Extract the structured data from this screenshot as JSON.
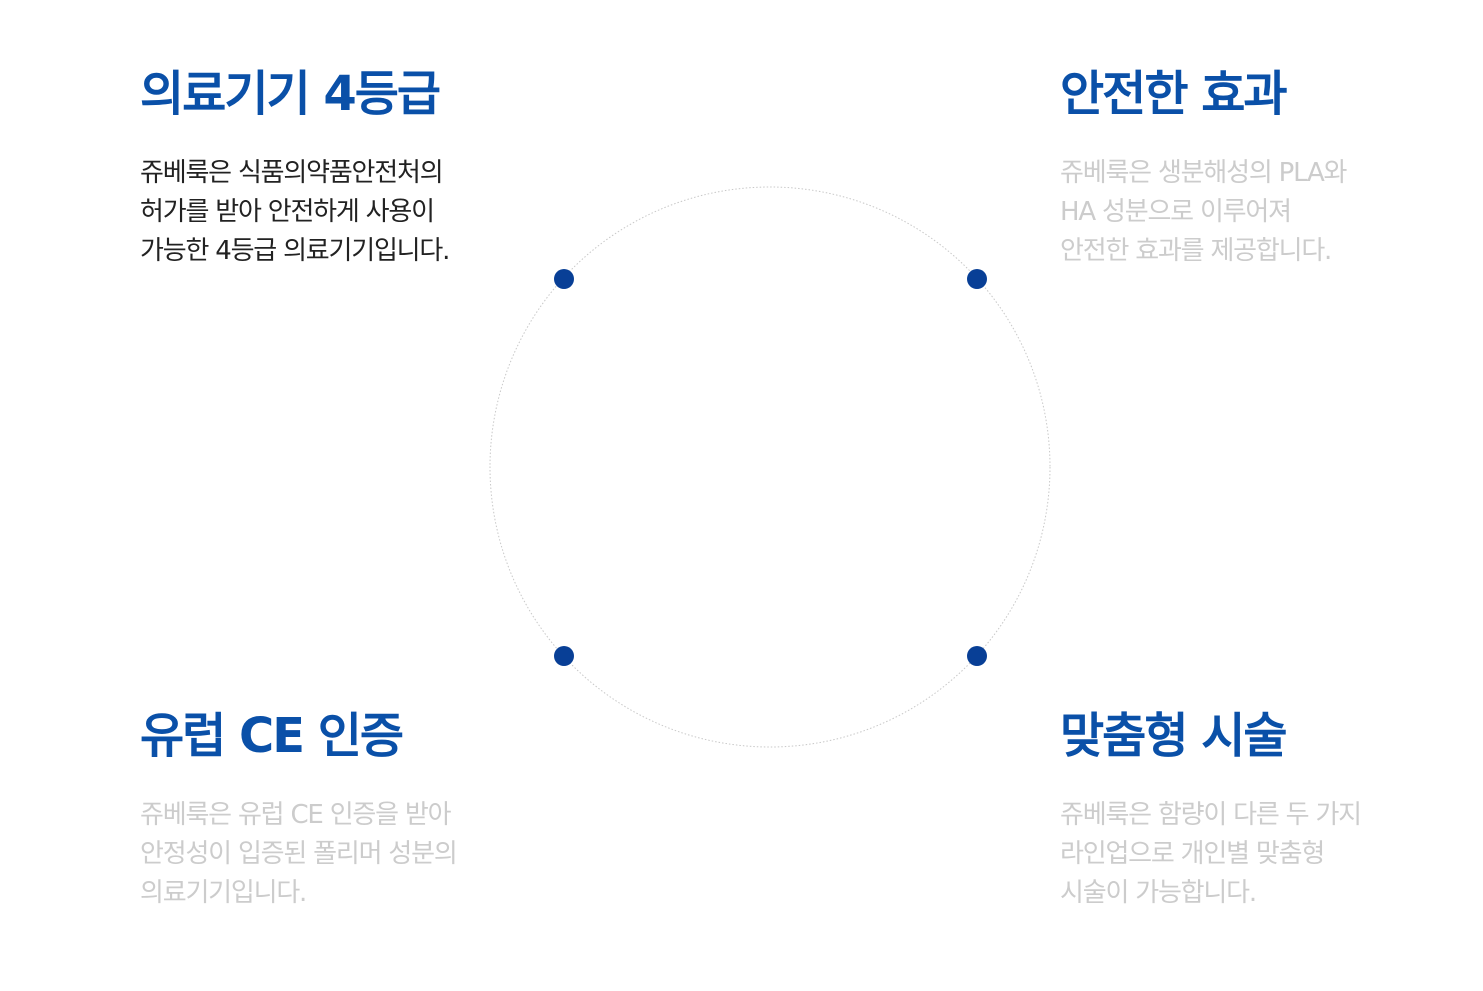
{
  "colors": {
    "accent": "#0a50a8",
    "dot": "#083f96",
    "text_active": "#222222",
    "text_muted": "#cccccc",
    "ring": "#c8c8c8"
  },
  "features": [
    {
      "title": "의료기기 4등급",
      "active": true,
      "lines": [
        "쥬베룩은 식품의약품안전처의",
        "허가를 받아 안전하게 사용이",
        "가능한 4등급 의료기기입니다."
      ]
    },
    {
      "title": "안전한 효과",
      "active": false,
      "lines": [
        "쥬베룩은 생분해성의 PLA와",
        "HA 성분으로 이루어져",
        "안전한 효과를 제공합니다."
      ]
    },
    {
      "title": "유럽 CE 인증",
      "active": false,
      "lines": [
        "쥬베룩은 유럽 CE 인증을 받아",
        "안정성이 입증된 폴리머 성분의",
        "의료기기입니다."
      ]
    },
    {
      "title": "맞춤형 시술",
      "active": false,
      "lines": [
        "쥬베룩은 함량이 다른 두 가지",
        "라인업으로 개인별 맞춤형",
        "시술이 가능합니다."
      ]
    }
  ]
}
